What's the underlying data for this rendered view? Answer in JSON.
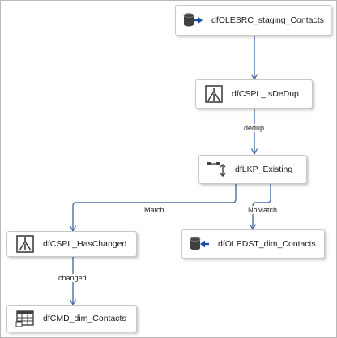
{
  "nodes": {
    "source": {
      "label": "dfOLESRC_staging_Contacts",
      "icon": "ole-db-source-icon"
    },
    "split_dedup": {
      "label": "dfCSPL_IsDeDup",
      "icon": "conditional-split-icon"
    },
    "lookup": {
      "label": "dfLKP_Existing",
      "icon": "lookup-icon"
    },
    "split_changed": {
      "label": "dfCSPL_HasChanged",
      "icon": "conditional-split-icon"
    },
    "destination": {
      "label": "dfOLEDST_dim_Contacts",
      "icon": "ole-db-destination-icon"
    },
    "command": {
      "label": "dfCMD_dim_Contacts",
      "icon": "ole-db-command-icon"
    }
  },
  "paths": {
    "dedup": "dedup",
    "match": "Match",
    "nomatch": "NoMatch",
    "changed": "changed"
  },
  "colors": {
    "connector": "#4a6fa5",
    "node_border": "#c8c8c8",
    "db_icon": "#404040",
    "arrow_icon": "#1d4e9e"
  }
}
